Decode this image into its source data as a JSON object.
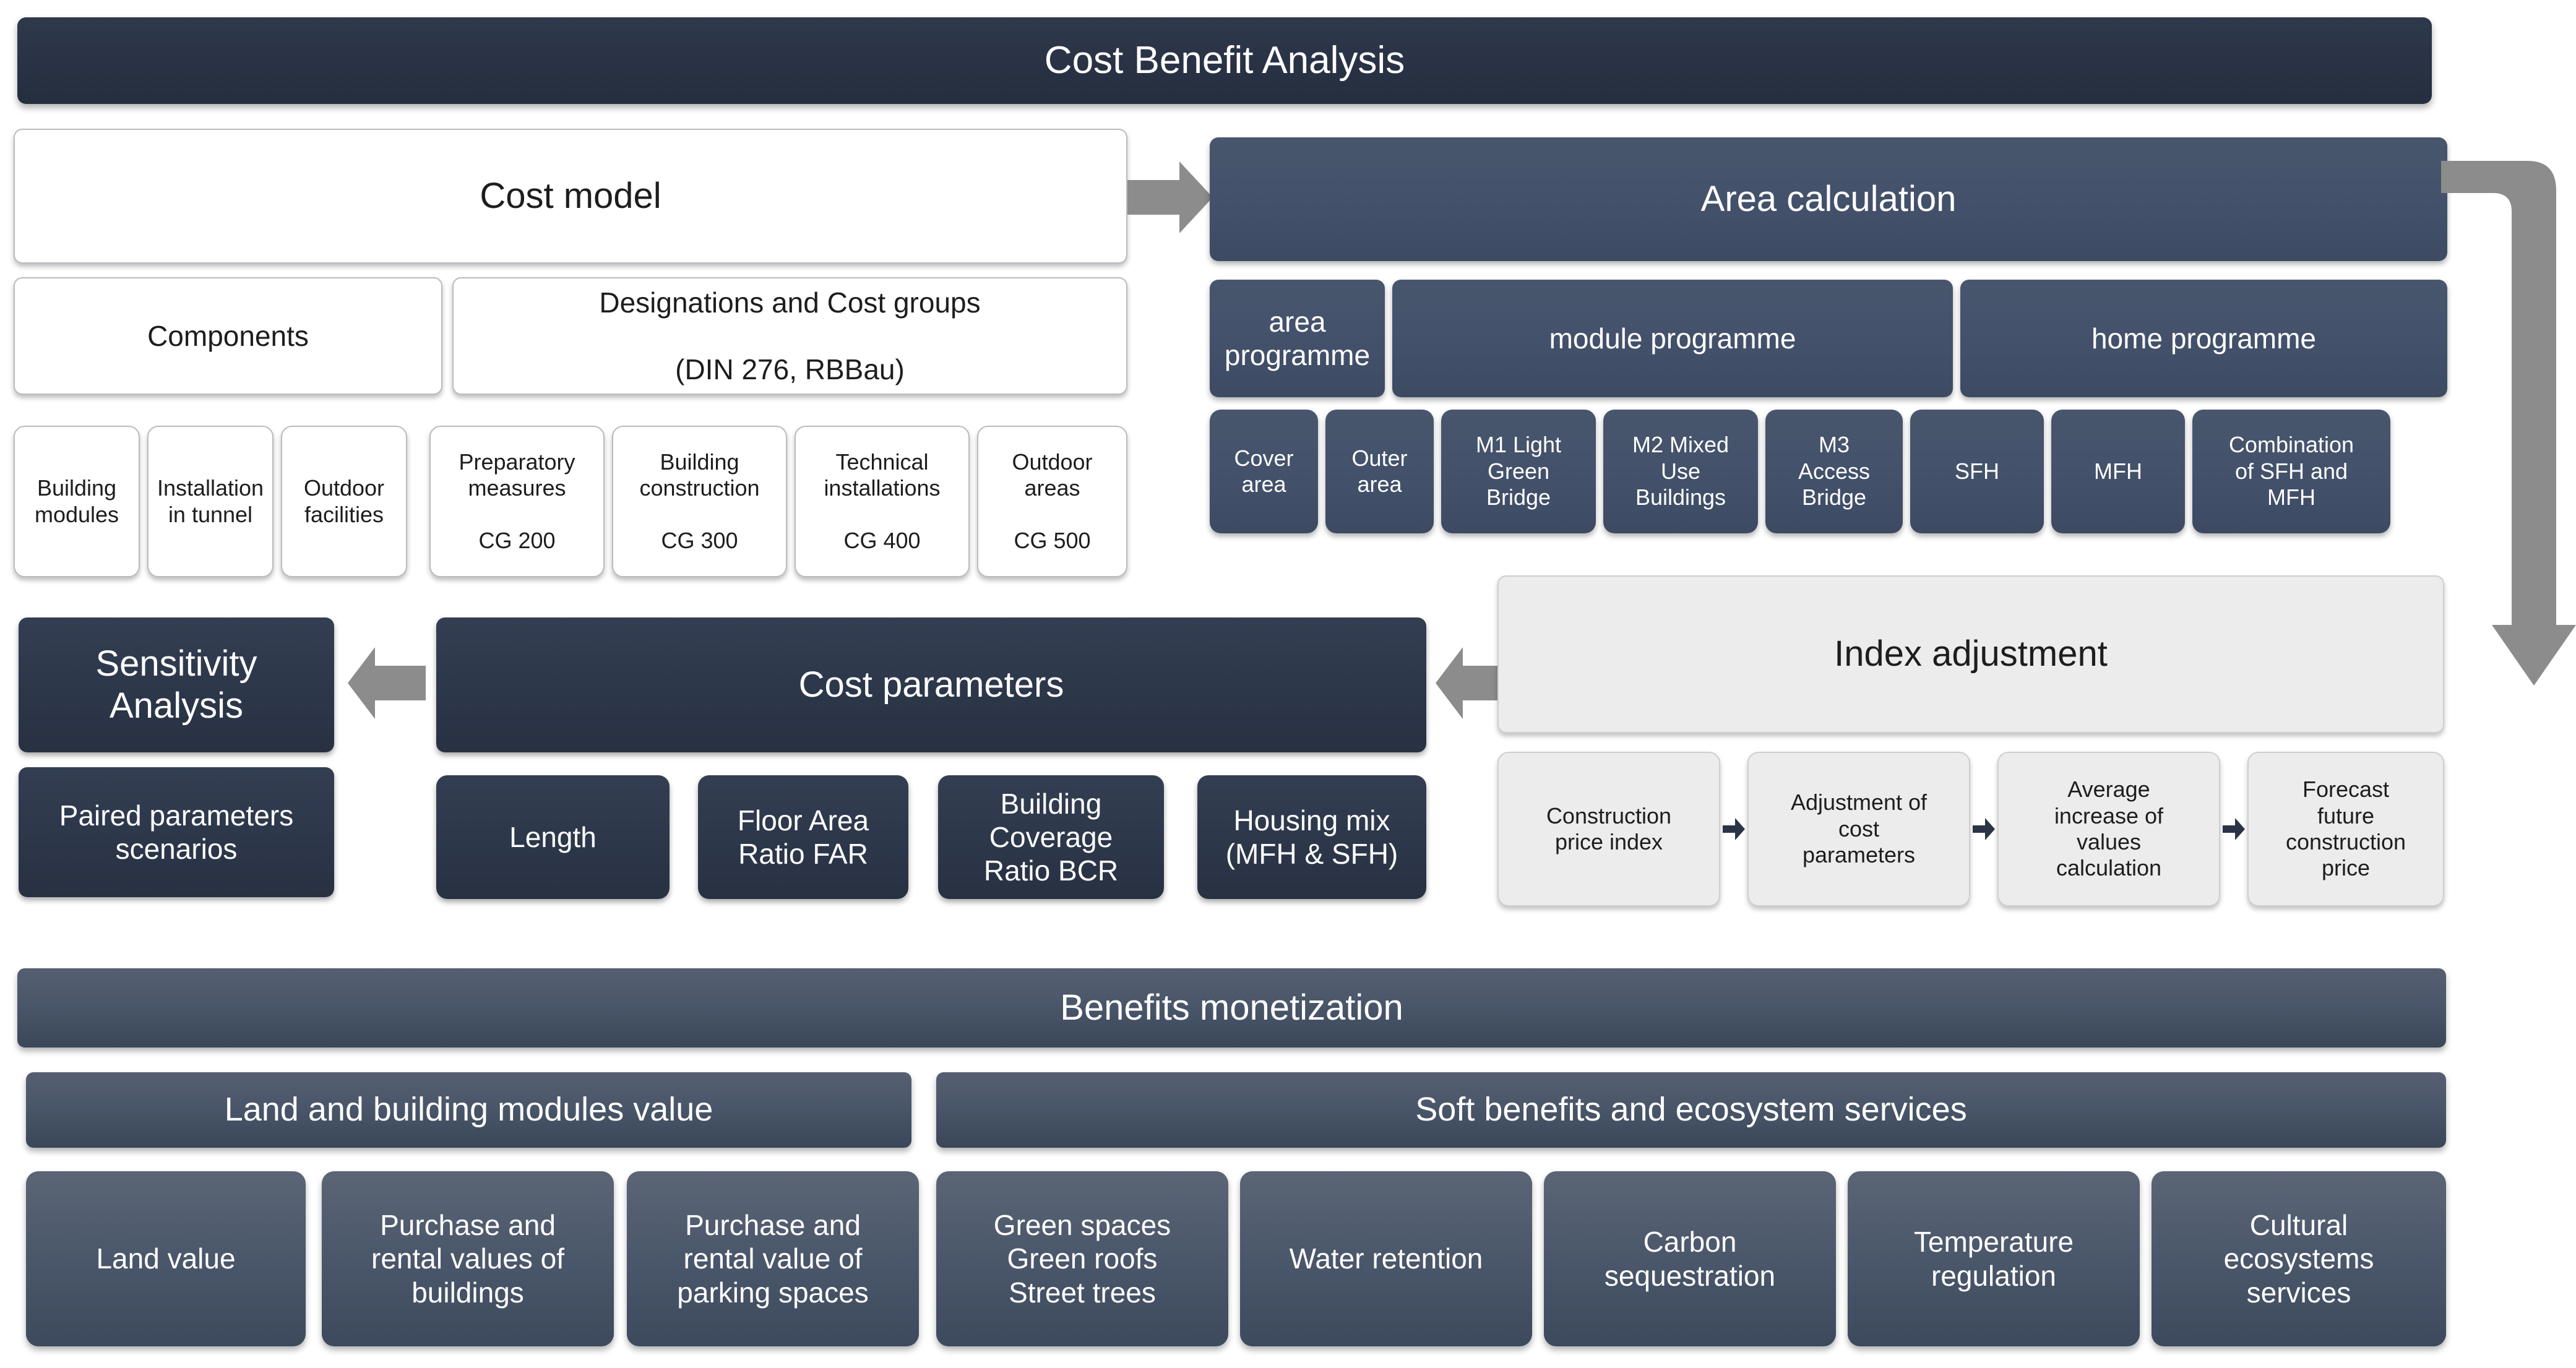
{
  "title": "Cost Benefit Analysis",
  "cost_model": {
    "title": "Cost model",
    "groups": [
      {
        "label": "Components"
      },
      {
        "label": "Designations and Cost groups\n\n(DIN 276, RBBau)"
      }
    ],
    "components": [
      {
        "label": "Building\nmodules"
      },
      {
        "label": "Installation\nin tunnel"
      },
      {
        "label": "Outdoor\nfacilities"
      }
    ],
    "cost_groups": [
      {
        "label": "Preparatory\nmeasures\n\nCG 200"
      },
      {
        "label": "Building\nconstruction\n\nCG 300"
      },
      {
        "label": "Technical\ninstallations\n\nCG 400"
      },
      {
        "label": "Outdoor\nareas\n\nCG 500"
      }
    ]
  },
  "area_calculation": {
    "title": "Area calculation",
    "programmes": [
      {
        "label": "area\nprogramme"
      },
      {
        "label": "module programme"
      },
      {
        "label": "home programme"
      }
    ],
    "items": [
      {
        "label": "Cover\narea"
      },
      {
        "label": "Outer\narea"
      },
      {
        "label": "M1 Light\nGreen\nBridge"
      },
      {
        "label": "M2 Mixed\nUse\nBuildings"
      },
      {
        "label": "M3\nAccess\nBridge"
      },
      {
        "label": "SFH"
      },
      {
        "label": "MFH"
      },
      {
        "label": "Combination\nof SFH and\nMFH"
      }
    ]
  },
  "sensitivity": {
    "title": "Sensitivity\nAnalysis",
    "sub": "Paired parameters\nscenarios"
  },
  "cost_parameters": {
    "title": "Cost parameters",
    "items": [
      {
        "label": "Length"
      },
      {
        "label": "Floor Area\nRatio FAR"
      },
      {
        "label": "Building\nCoverage\nRatio BCR"
      },
      {
        "label": "Housing mix\n(MFH & SFH)"
      }
    ]
  },
  "index_adjustment": {
    "title": "Index adjustment",
    "steps": [
      {
        "label": "Construction\nprice index"
      },
      {
        "label": "Adjustment of\ncost\nparameters"
      },
      {
        "label": "Average\nincrease of\nvalues\ncalculation"
      },
      {
        "label": "Forecast\nfuture\nconstruction\nprice"
      }
    ]
  },
  "benefits": {
    "title": "Benefits monetization",
    "categories": [
      {
        "label": "Land and building modules value"
      },
      {
        "label": "Soft benefits and ecosystem services"
      }
    ],
    "land_items": [
      {
        "label": "Land value"
      },
      {
        "label": "Purchase and\nrental values of\nbuildings"
      },
      {
        "label": "Purchase and\nrental value of\nparking spaces"
      }
    ],
    "soft_items": [
      {
        "label": "Green spaces\nGreen roofs\nStreet trees"
      },
      {
        "label": "Water retention"
      },
      {
        "label": "Carbon\nsequestration"
      },
      {
        "label": "Temperature\nregulation"
      },
      {
        "label": "Cultural\necosystems\nservices"
      }
    ]
  },
  "colors": {
    "dark_navy": "#2d374a",
    "slate_blue": "#42506a",
    "light_grey": "#ececec",
    "arrow_grey": "#8a8a8a",
    "white": "#ffffff"
  }
}
